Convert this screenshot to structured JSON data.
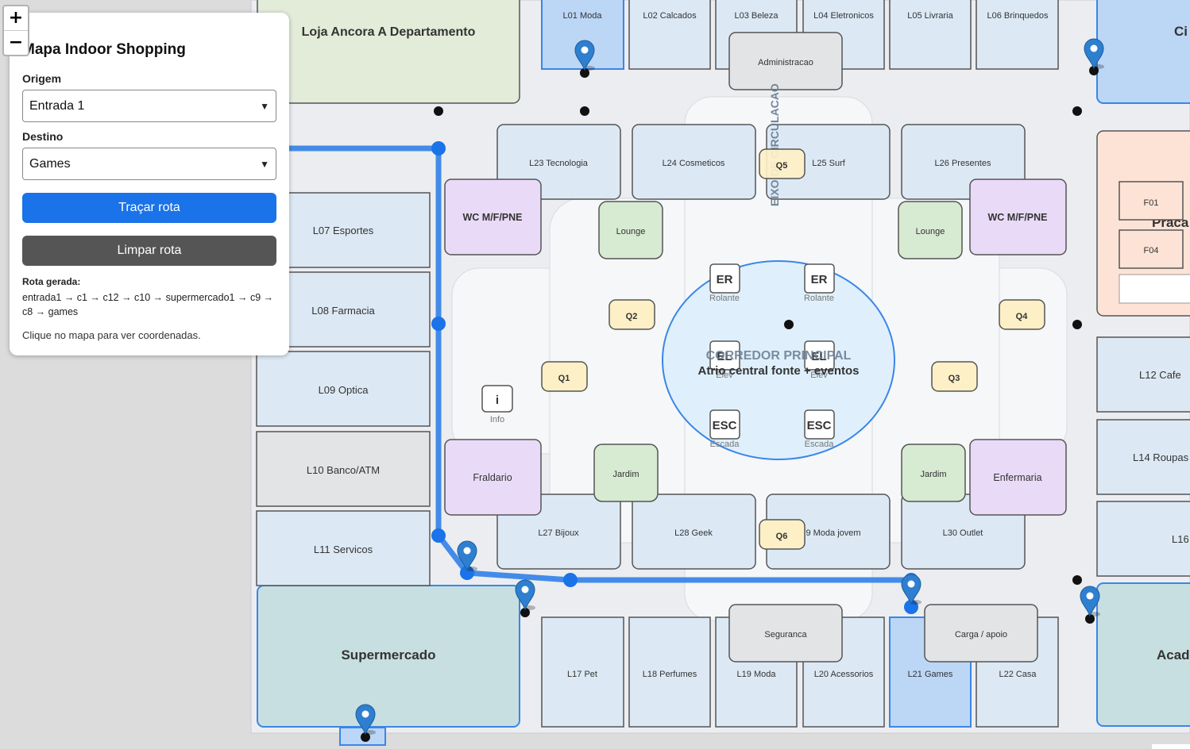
{
  "zoom": {
    "plus": "+",
    "minus": "−"
  },
  "panel": {
    "title": "Mapa Indoor Shopping",
    "origin_label": "Origem",
    "origin_value": "Entrada 1",
    "dest_label": "Destino",
    "dest_value": "Games",
    "trace_button": "Traçar rota",
    "clear_button": "Limpar rota",
    "route_title": "Rota gerada:",
    "route_text": "entrada1 → c1 → c12 → c10 → supermercado1 → c9 → c8 → games",
    "hint": "Clique no mapa para ver coordenadas."
  },
  "map": {
    "stores": {
      "l01": "L01 Moda",
      "l02": "L02 Calcados",
      "l03": "L03 Beleza",
      "l04": "L04 Eletronicos",
      "l05": "L05 Livraria",
      "l06": "L06 Brinquedos",
      "l07": "L07 Esportes",
      "l08": "L08 Farmacia",
      "l09": "L09 Optica",
      "l10": "L10 Banco/ATM",
      "l11": "L11 Servicos",
      "l12": "L12 Cafe",
      "l14": "L14 Roupas",
      "l16": "L16",
      "l17": "L17 Pet",
      "l18": "L18 Perfumes",
      "l19": "L19 Moda",
      "l20": "L20 Acessorios",
      "l21": "L21 Games",
      "l22": "L22 Casa",
      "l23": "L23 Tecnologia",
      "l24": "L24 Cosmeticos",
      "l25": "L25 Surf",
      "l26": "L26 Presentes",
      "l27": "L27 Bijoux",
      "l28": "L28 Geek",
      "l29": "9 Moda jovem",
      "l30": "L30 Outlet"
    },
    "anchors": {
      "ancora_a": "Loja Ancora A Departamento",
      "supermercado": "Supermercado",
      "cinema": "Ci",
      "academia": "Acad",
      "praca": "Praca"
    },
    "services": {
      "admin": "Administracao",
      "seguranca": "Seguranca",
      "carga": "Carga / apoio",
      "wc_left": "WC M/F/PNE",
      "wc_right": "WC M/F/PNE",
      "fraldario": "Fraldario",
      "enfermaria": "Enfermaria",
      "lounge_left": "Lounge",
      "lounge_right": "Lounge",
      "jardim_left": "Jardim",
      "jardim_right": "Jardim"
    },
    "food": {
      "f01": "F01",
      "f04": "F04"
    },
    "kiosks": {
      "q1": "Q1",
      "q2": "Q2",
      "q3": "Q3",
      "q4": "Q4",
      "q5": "Q5",
      "q6": "Q6"
    },
    "vertical": {
      "er": "ER",
      "er_sub": "Rolante",
      "el": "EL",
      "el_sub": "Elev",
      "esc": "ESC",
      "esc_sub": "Escada"
    },
    "info": {
      "icon": "i",
      "label": "Info"
    },
    "atrium": {
      "corridor": "CORREDOR PRINCIPAL",
      "title": "Atrio central fonte + eventos"
    },
    "axis_label": "EIXO DE CIRCULACAO"
  },
  "colors": {
    "route": "#3a86e8",
    "selected_store": "#bcd6f6",
    "store": "#dce9f5",
    "service": "#e9dbf7",
    "green": "#d7ead2",
    "kiosk": "#fdf0c6"
  }
}
